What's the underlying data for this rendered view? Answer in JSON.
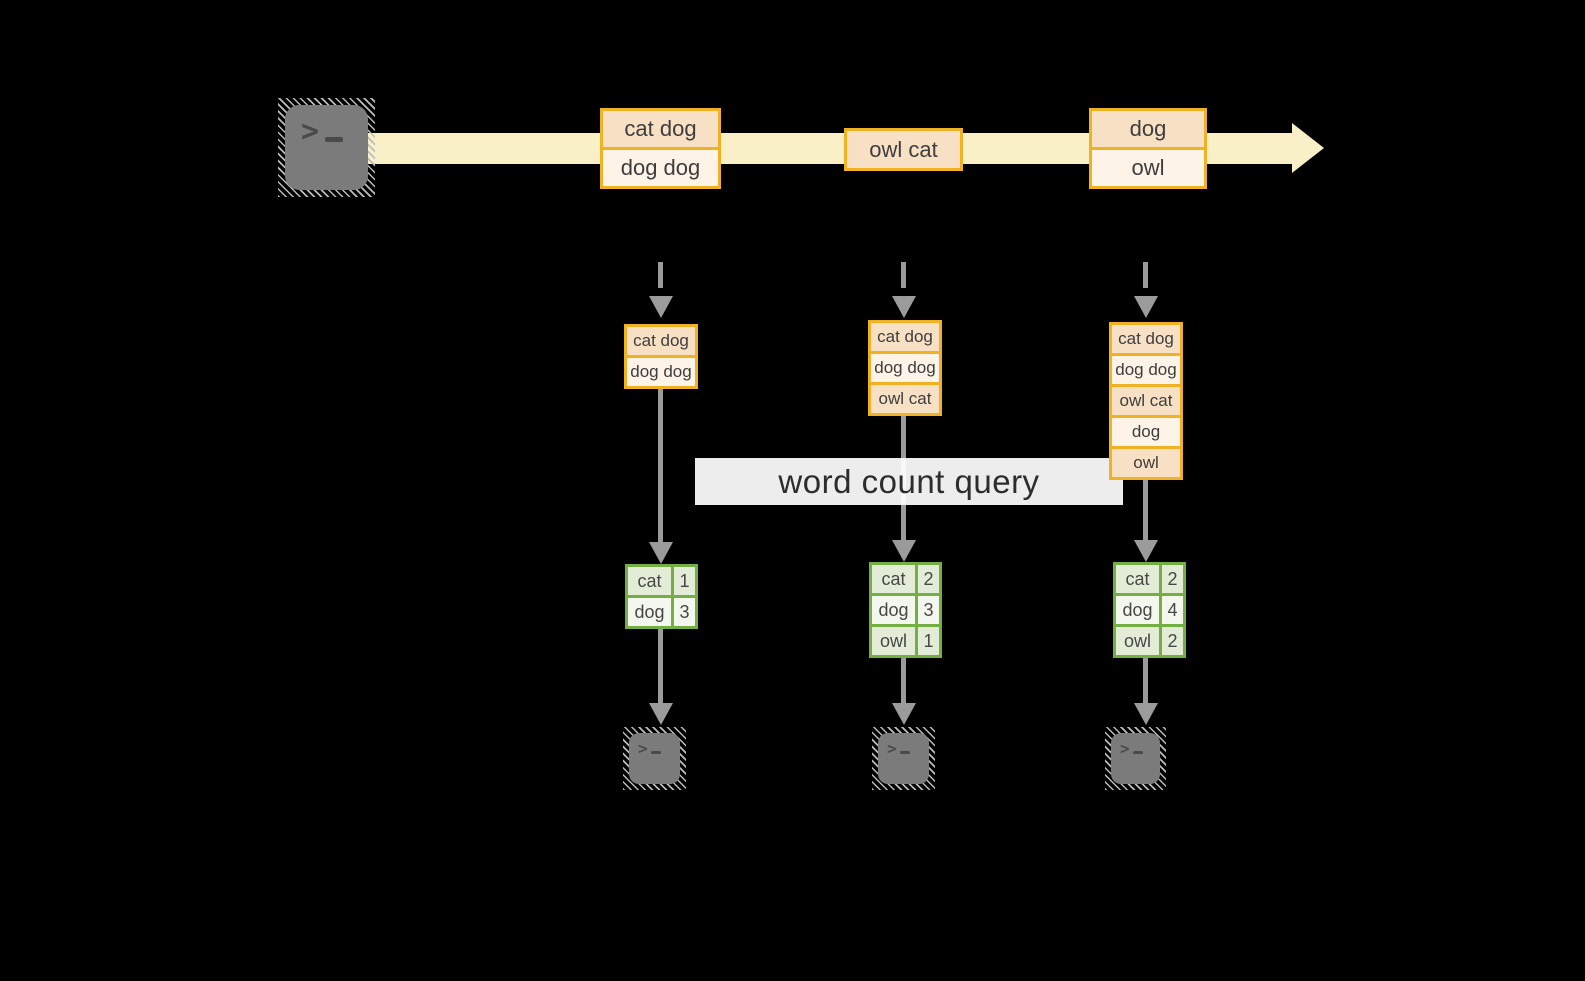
{
  "query": {
    "label": "word count query"
  },
  "stream": {
    "batches": [
      {
        "records": [
          "cat dog",
          "dog dog"
        ]
      },
      {
        "records": [
          "owl cat"
        ]
      },
      {
        "records": [
          "dog",
          "owl"
        ]
      }
    ]
  },
  "columns": [
    {
      "state": [
        "cat dog",
        "dog dog"
      ],
      "result": [
        [
          "cat",
          "1"
        ],
        [
          "dog",
          "3"
        ]
      ]
    },
    {
      "state": [
        "cat dog",
        "dog dog",
        "owl cat"
      ],
      "result": [
        [
          "cat",
          "2"
        ],
        [
          "dog",
          "3"
        ],
        [
          "owl",
          "1"
        ]
      ]
    },
    {
      "state": [
        "cat dog",
        "dog dog",
        "owl cat",
        "dog",
        "owl"
      ],
      "result": [
        [
          "cat",
          "2"
        ],
        [
          "dog",
          "4"
        ],
        [
          "owl",
          "2"
        ]
      ]
    }
  ],
  "icons": {
    "source": "terminal-icon",
    "sink": "terminal-icon",
    "stream": "right-arrow-icon",
    "flow": "down-arrow-icon"
  },
  "colors": {
    "background": "#000000",
    "stream_fill": "#FAF0C8",
    "batch_border": "#F0B223",
    "batch_fill_dark": "#F8E0C5",
    "batch_fill_light": "#FDF3E6",
    "result_border": "#74AF43",
    "result_fill_dark": "#E3ECD7",
    "result_fill_light": "#F3F7EE",
    "arrow_gray": "#9B9B9B",
    "terminal_fill": "#7B7B7B",
    "query_band": "#FFFFFF",
    "text": "#3E3E3E"
  }
}
